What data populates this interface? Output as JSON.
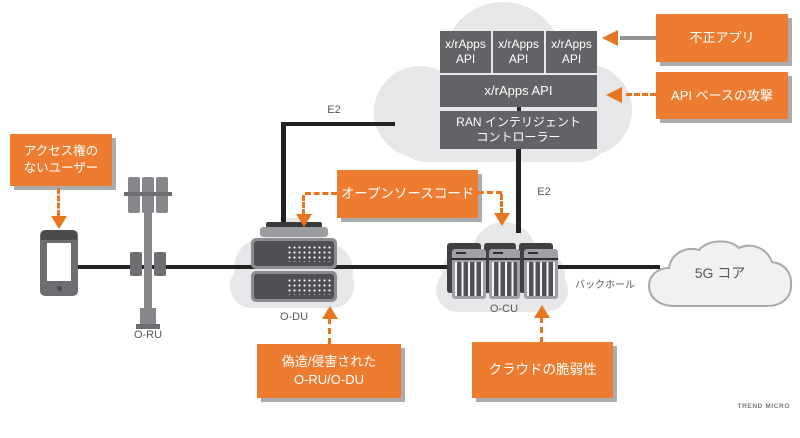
{
  "colors": {
    "accent_orange": "#EE7C30",
    "arrow_orange": "#E8751F",
    "box_gray": "#626366",
    "cloud_gray": "#E6E7E8",
    "line_black": "#232023",
    "label_gray": "#58595b"
  },
  "ric": {
    "apps": [
      {
        "label": "x/rApps\nAPI"
      },
      {
        "label": "x/rApps\nAPI"
      },
      {
        "label": "x/rApps\nAPI"
      }
    ],
    "api_bar": "x/rApps API",
    "controller": "RAN インテリジェント\nコントローラー"
  },
  "callouts": {
    "rogue": "不正アプリ",
    "api_attack": "API ベースの攻撃",
    "unauth": "アクセス権の\nないユーザー",
    "open_source": "オープンソースコード",
    "counterfeit": "偽造/侵害された\nO-RU/O-DU",
    "cloud_vuln": "クラウドの脆弱性"
  },
  "nodes": {
    "o_ru": "O-RU",
    "o_du": "O-DU",
    "o_cu": "O-CU",
    "core": "5G コア"
  },
  "interfaces": {
    "e2_left": "E2",
    "e2_right": "E2",
    "backhaul": "バックホール"
  },
  "watermark": "TREND MICRO"
}
